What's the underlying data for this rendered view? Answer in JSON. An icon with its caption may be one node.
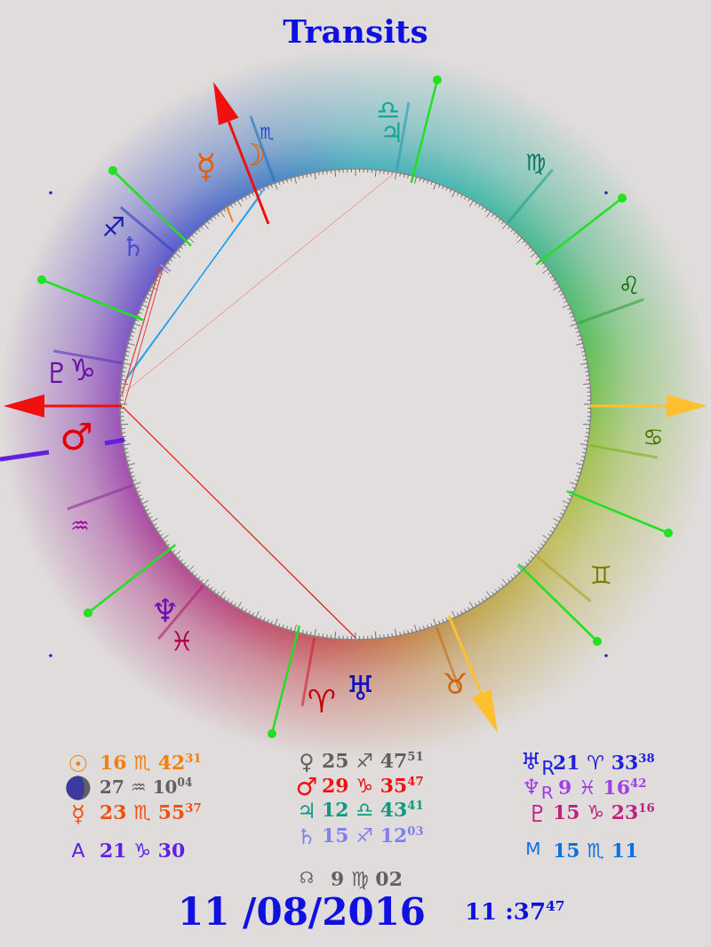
{
  "diagram": {
    "title": "Transits",
    "labels": [
      "♎",
      "♃",
      "♏",
      "☿",
      "☽",
      "♍",
      "♐",
      "♄",
      "♌",
      "♇",
      "♑",
      "♂",
      "♋",
      "♒",
      "♊",
      "♆",
      "♓",
      "♈",
      "♅",
      "♉",
      "☉",
      "16 ♏ 42$^{31}$",
      "27 ♒ 10$^{04}$",
      "☿",
      "23 ♏ 55$^{37}$",
      "A",
      "21 ♑ 30",
      "♀",
      "25 ♐ 47$^{51}$",
      "♂",
      "29 ♑ 35$^{47}$",
      "♃",
      "12 ♎ 43$^{41}$",
      "♄",
      "15 ♐ 12$^{03}$",
      "☊",
      "9 ♍ 02",
      "♅$_{R}$",
      "21 ♈ 33$^{38}$",
      "♆$_{R}$",
      "9 ♓ 16$^{42}$",
      "♇",
      "15 ♑ 23$^{16}$",
      "M",
      "15 ♏ 11",
      "11 /08/2016",
      "11 :37$^{47}$"
    ]
  }
}
